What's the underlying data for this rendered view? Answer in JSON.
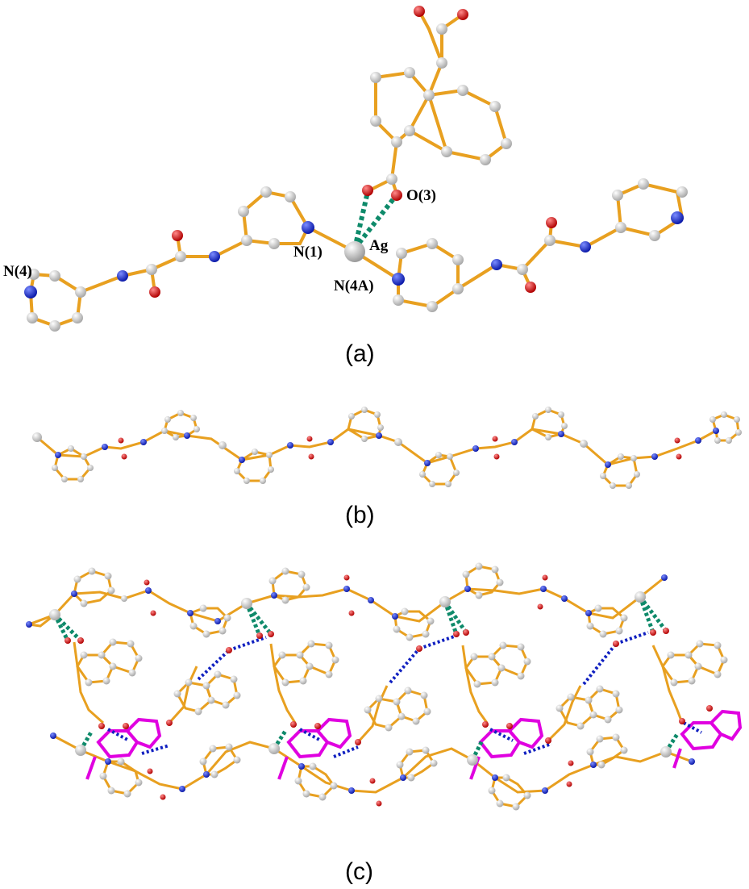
{
  "panels": [
    {
      "label": "(a)"
    },
    {
      "label": "(b)"
    },
    {
      "label": "(c)"
    }
  ],
  "atom_labels": {
    "n4": "N(4)",
    "n1": "N(1)",
    "ag": "Ag",
    "o3": "O(3)",
    "n4a": "N(4A)"
  },
  "colors": {
    "bond": "#E8A020",
    "carbon": "#C8C8C8",
    "nitrogen": "#0A1FD0",
    "oxygen": "#E00000",
    "silver": "#D8D8D8",
    "coord_dash": "#0E8A6A",
    "hbond_dash": "#1020C0",
    "stack": "#E000E0"
  }
}
